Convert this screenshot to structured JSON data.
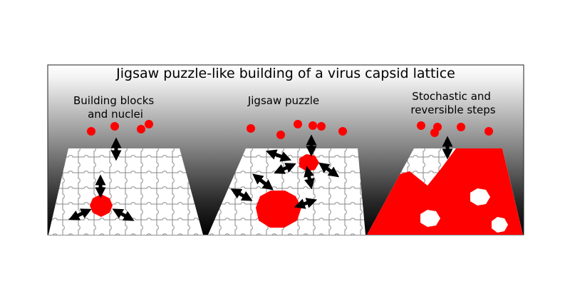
{
  "title": "Jigsaw puzzle-like building of a virus capsid lattice",
  "panels": [
    {
      "id": "building-blocks",
      "label_lines": [
        "Building blocks",
        "and nuclei"
      ]
    },
    {
      "id": "jigsaw-puzzle",
      "label_lines": [
        "Jigsaw puzzle"
      ]
    },
    {
      "id": "stochastic-steps",
      "label_lines": [
        "Stochastic and",
        "reversible steps"
      ]
    }
  ],
  "colors": {
    "piece_red": "#ff0000",
    "arrow": "#000000",
    "grid_line": "#8a8a8a",
    "board": "#ffffff",
    "gradient_top": "#ffffff",
    "gradient_bottom": "#000000"
  }
}
